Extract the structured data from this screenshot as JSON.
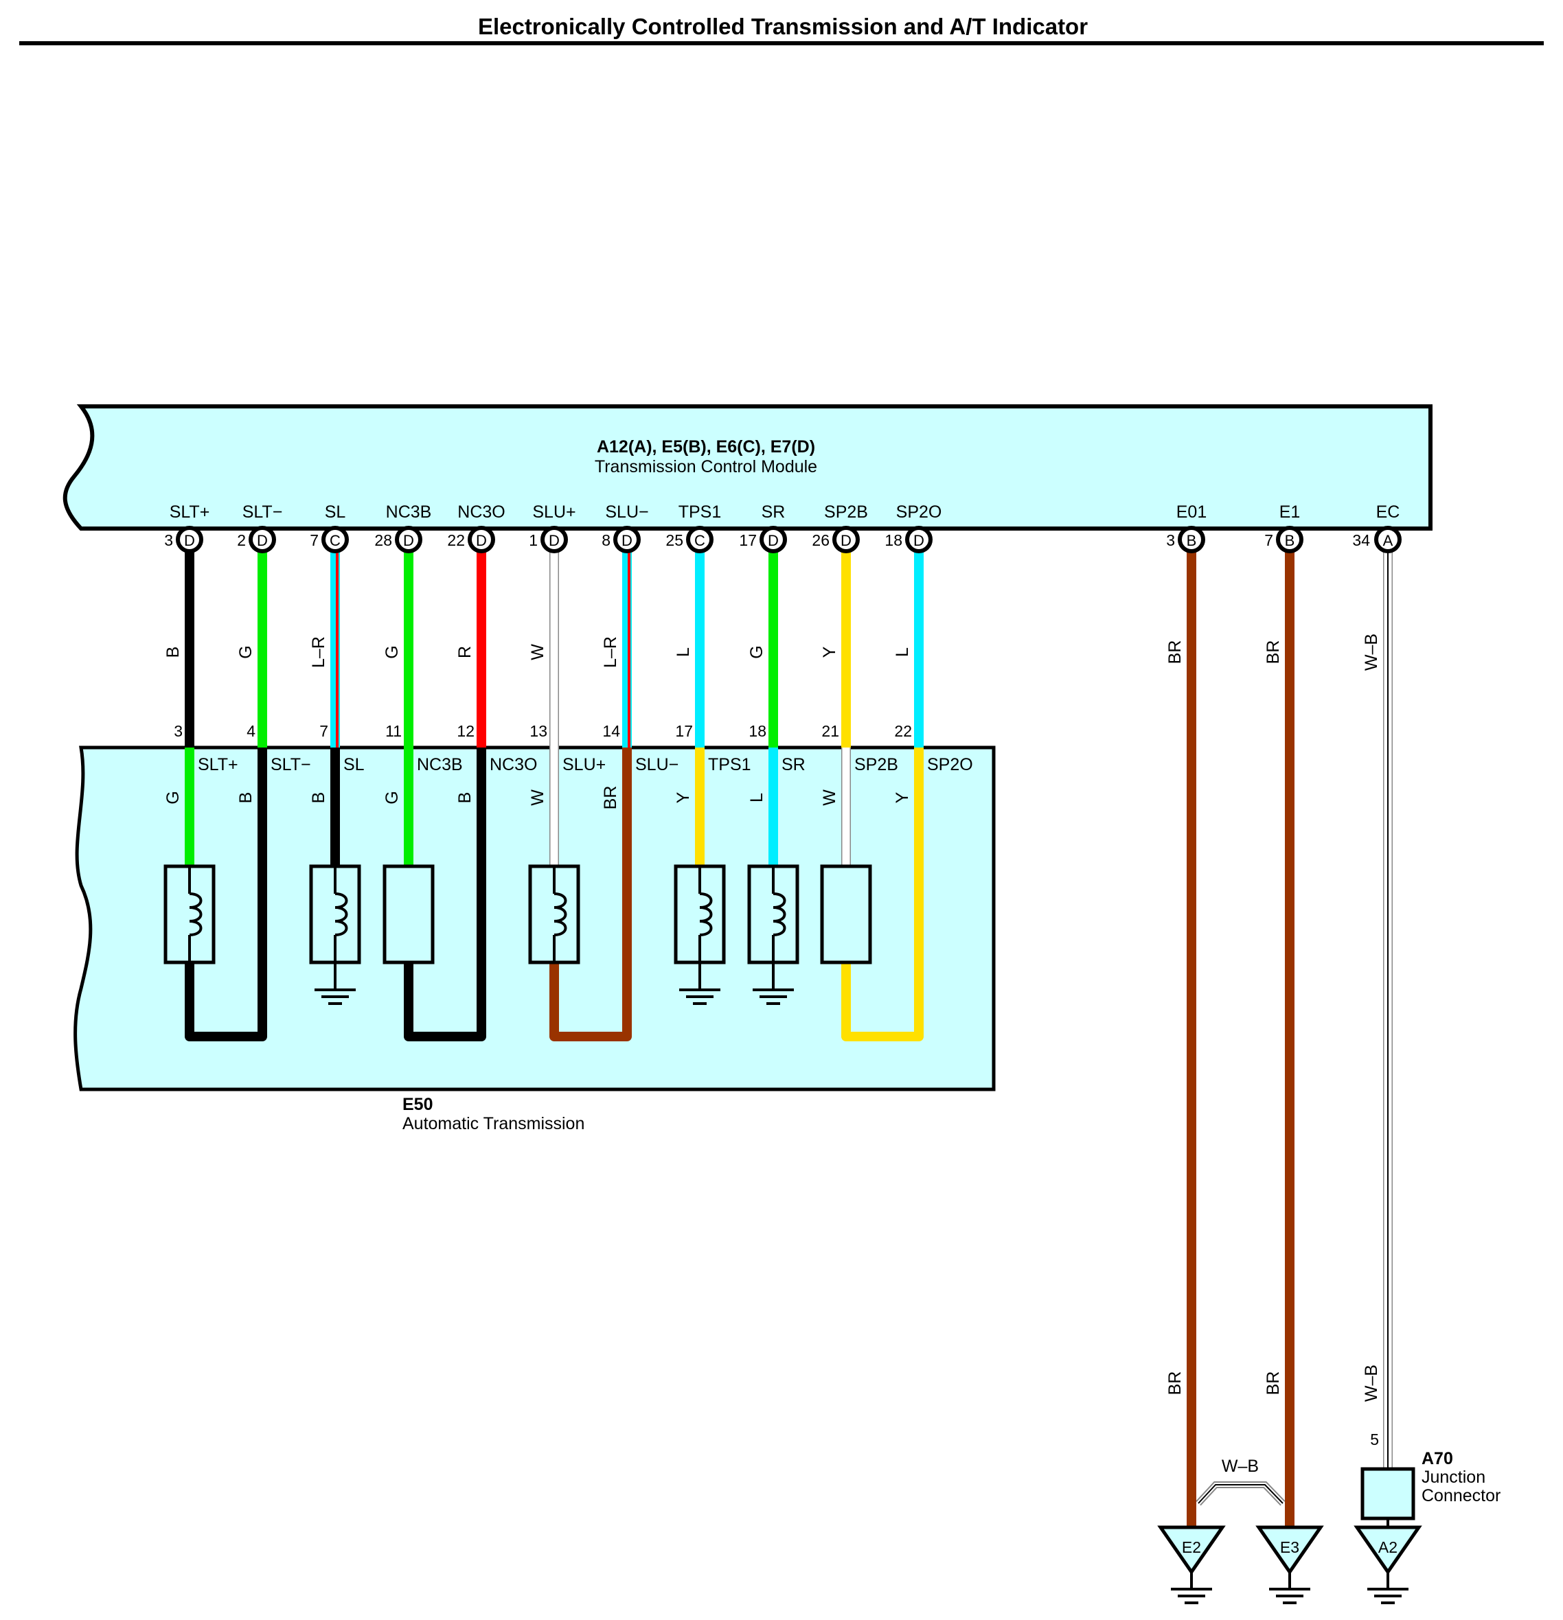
{
  "page": {
    "title": "Electronically Controlled Transmission and A/T Indicator"
  },
  "colors": {
    "module_fill": "#ccffff",
    "outline": "#000000",
    "B": "#000000",
    "G": "#00ee00",
    "L": "#00eeff",
    "R": "#ff0000",
    "W": "#ffffff",
    "Y": "#ffe000",
    "BR": "#993300"
  },
  "tcm": {
    "connectors_label": "A12(A), E5(B), E6(C), E7(D)",
    "name": "Transmission Control Module"
  },
  "at": {
    "code": "E50",
    "name": "Automatic Transmission"
  },
  "jc": {
    "code": "A70",
    "name_line1": "Junction",
    "name_line2": "Connector",
    "pin": "5"
  },
  "signals": [
    {
      "tcm_label": "SLT+",
      "tcm_pin": "3",
      "tcm_conn": "D",
      "wire": "B",
      "at_pin": "3",
      "at_label": "SLT+",
      "at_wire": "G"
    },
    {
      "tcm_label": "SLT−",
      "tcm_pin": "2",
      "tcm_conn": "D",
      "wire": "G",
      "at_pin": "4",
      "at_label": "SLT−",
      "at_wire": "B"
    },
    {
      "tcm_label": "SL",
      "tcm_pin": "7",
      "tcm_conn": "C",
      "wire": "L–R",
      "at_pin": "7",
      "at_label": "SL",
      "at_wire": "B"
    },
    {
      "tcm_label": "NC3B",
      "tcm_pin": "28",
      "tcm_conn": "D",
      "wire": "G",
      "at_pin": "11",
      "at_label": "NC3B",
      "at_wire": "G"
    },
    {
      "tcm_label": "NC3O",
      "tcm_pin": "22",
      "tcm_conn": "D",
      "wire": "R",
      "at_pin": "12",
      "at_label": "NC3O",
      "at_wire": "B"
    },
    {
      "tcm_label": "SLU+",
      "tcm_pin": "1",
      "tcm_conn": "D",
      "wire": "W",
      "at_pin": "13",
      "at_label": "SLU+",
      "at_wire": "W"
    },
    {
      "tcm_label": "SLU−",
      "tcm_pin": "8",
      "tcm_conn": "D",
      "wire": "L–R",
      "at_pin": "14",
      "at_label": "SLU−",
      "at_wire": "BR"
    },
    {
      "tcm_label": "TPS1",
      "tcm_pin": "25",
      "tcm_conn": "C",
      "wire": "L",
      "at_pin": "17",
      "at_label": "TPS1",
      "at_wire": "Y"
    },
    {
      "tcm_label": "SR",
      "tcm_pin": "17",
      "tcm_conn": "D",
      "wire": "G",
      "at_pin": "18",
      "at_label": "SR",
      "at_wire": "L"
    },
    {
      "tcm_label": "SP2B",
      "tcm_pin": "26",
      "tcm_conn": "D",
      "wire": "Y",
      "at_pin": "21",
      "at_label": "SP2B",
      "at_wire": "W"
    },
    {
      "tcm_label": "SP2O",
      "tcm_pin": "18",
      "tcm_conn": "D",
      "wire": "L",
      "at_pin": "22",
      "at_label": "SP2O",
      "at_wire": "Y"
    }
  ],
  "ground_signals": [
    {
      "tcm_label": "E01",
      "tcm_pin": "3",
      "tcm_conn": "B",
      "wire": "BR",
      "ground": "E2"
    },
    {
      "tcm_label": "E1",
      "tcm_pin": "7",
      "tcm_conn": "B",
      "wire": "BR",
      "ground": "E3"
    },
    {
      "tcm_label": "EC",
      "tcm_pin": "34",
      "tcm_conn": "A",
      "wire": "W–B",
      "ground": "A2"
    }
  ],
  "bridge_wire": "W–B"
}
